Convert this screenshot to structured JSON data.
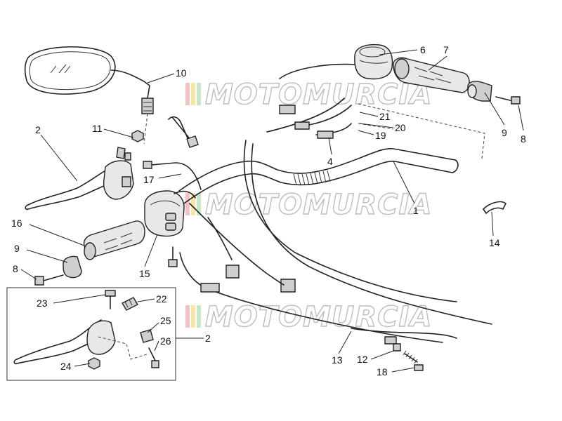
{
  "watermark": {
    "text": "MOTOMURCIA",
    "stripe_colors": [
      "#f3c1c1",
      "#f6e7a6",
      "#c5e6c5"
    ]
  },
  "callouts": [
    {
      "id": "c6",
      "text": "6"
    },
    {
      "id": "c7",
      "text": "7"
    },
    {
      "id": "c10",
      "text": "10"
    },
    {
      "id": "c2a",
      "text": "2"
    },
    {
      "id": "c11",
      "text": "11"
    },
    {
      "id": "c21",
      "text": "21"
    },
    {
      "id": "c20",
      "text": "20"
    },
    {
      "id": "c19",
      "text": "19"
    },
    {
      "id": "c9a",
      "text": "9"
    },
    {
      "id": "c8a",
      "text": "8"
    },
    {
      "id": "c4",
      "text": "4"
    },
    {
      "id": "c17",
      "text": "17"
    },
    {
      "id": "c1",
      "text": "1"
    },
    {
      "id": "c14",
      "text": "14"
    },
    {
      "id": "c16",
      "text": "16"
    },
    {
      "id": "c9b",
      "text": "9"
    },
    {
      "id": "c15",
      "text": "15"
    },
    {
      "id": "c8b",
      "text": "8"
    },
    {
      "id": "c23",
      "text": "23"
    },
    {
      "id": "c22",
      "text": "22"
    },
    {
      "id": "c25",
      "text": "25"
    },
    {
      "id": "c26",
      "text": "26"
    },
    {
      "id": "c2b",
      "text": "2"
    },
    {
      "id": "c24",
      "text": "24"
    },
    {
      "id": "c13",
      "text": "13"
    },
    {
      "id": "c12",
      "text": "12"
    },
    {
      "id": "c18",
      "text": "18"
    }
  ]
}
